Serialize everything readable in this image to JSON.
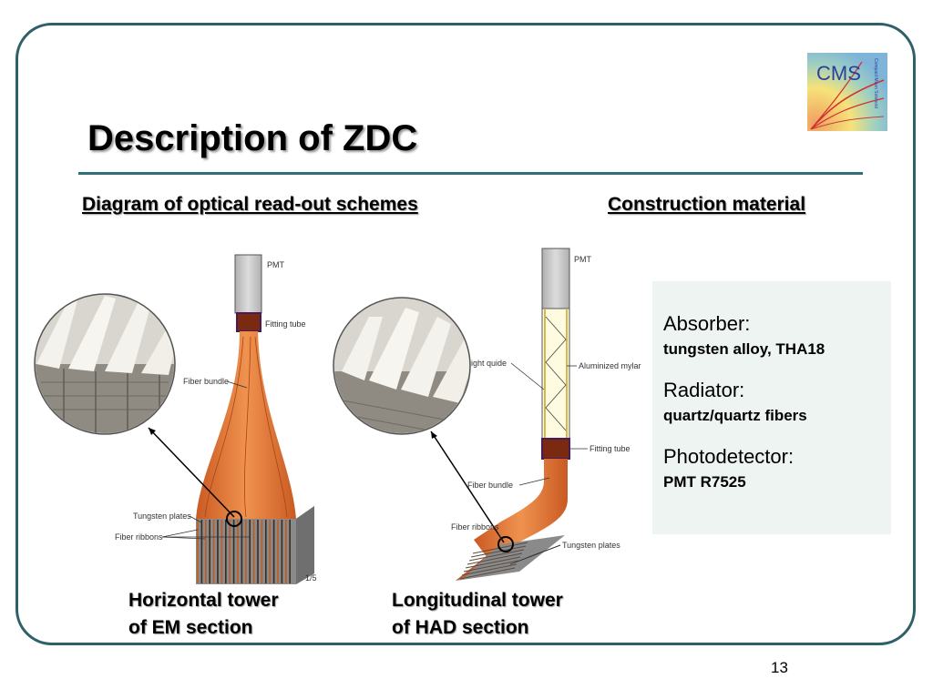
{
  "slide": {
    "title": "Description of ZDC",
    "page_number": "13",
    "logo_text": "CMS"
  },
  "left_heading": "Diagram of optical read-out schemes",
  "right_heading": "Construction material",
  "materials": {
    "absorber_label": "Absorber:",
    "absorber_value": "tungsten alloy, THA18",
    "radiator_label": "Radiator:",
    "radiator_value": "quartz/quartz fibers",
    "photodetector_label": "Photodetector:",
    "photodetector_value": "PMT R7525"
  },
  "em_diagram": {
    "pmt": "PMT",
    "fitting_tube": "Fitting tube",
    "fiber_bundle": "Fiber bundle",
    "tungsten_plates": "Tungsten plates",
    "fiber_ribbons": "Fiber ribbons",
    "scale": "1/5",
    "caption_line1": "Horizontal tower",
    "caption_line2": "of EM section"
  },
  "had_diagram": {
    "pmt": "PMT",
    "light_guide": "ight quide",
    "aluminized_mylar": "Aluminized mylar",
    "fitting_tube": "Fitting tube",
    "fiber_bundle": "Fiber bundle",
    "fiber_ribbons": "Fiber ribbons",
    "tungsten_plates": "Tungsten plates",
    "caption_line1": "Longitudinal tower",
    "caption_line2": "of HAD section"
  },
  "colors": {
    "frame": "#2f5f68",
    "fiber": "#e0763a",
    "panel_bg": "#eef4f2"
  }
}
